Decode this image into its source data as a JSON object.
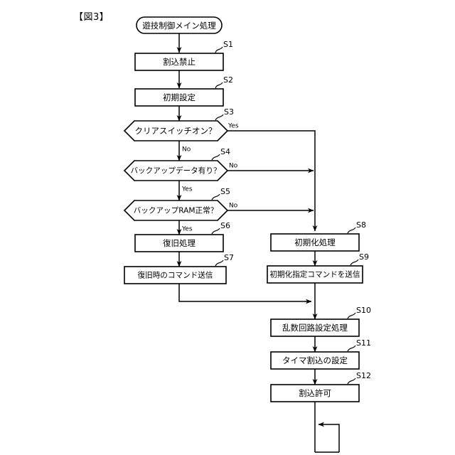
{
  "figure": {
    "label": "【図3】",
    "title_node": "遊技制御メイン処理"
  },
  "flowchart": {
    "type": "flowchart",
    "nodes": [
      {
        "id": "start",
        "shape": "terminator",
        "text": "遊技制御メイン処理",
        "step": ""
      },
      {
        "id": "s1",
        "shape": "process",
        "text": "割込禁止",
        "step": "S1"
      },
      {
        "id": "s2",
        "shape": "process",
        "text": "初期設定",
        "step": "S2"
      },
      {
        "id": "s3",
        "shape": "decision",
        "text": "クリアスイッチオン？",
        "step": "S3"
      },
      {
        "id": "s4",
        "shape": "decision",
        "text": "バックアップデータ有り？",
        "step": "S4"
      },
      {
        "id": "s5",
        "shape": "decision",
        "text": "バックアップRAM正常？",
        "step": "S5"
      },
      {
        "id": "s6",
        "shape": "process",
        "text": "復旧処理",
        "step": "S6"
      },
      {
        "id": "s7",
        "shape": "process",
        "text": "復旧時のコマンド送信",
        "step": "S7"
      },
      {
        "id": "s8",
        "shape": "process",
        "text": "初期化処理",
        "step": "S8"
      },
      {
        "id": "s9",
        "shape": "process",
        "text": "初期化指定コマンドを送信",
        "step": "S9"
      },
      {
        "id": "s10",
        "shape": "process",
        "text": "乱数回路設定処理",
        "step": "S10"
      },
      {
        "id": "s11",
        "shape": "process",
        "text": "タイマ割込の設定",
        "step": "S11"
      },
      {
        "id": "s12",
        "shape": "process",
        "text": "割込許可",
        "step": "S12"
      }
    ],
    "edge_labels": {
      "s3_yes": "Yes",
      "s3_no": "No",
      "s4_no": "No",
      "s4_yes": "Yes",
      "s5_no": "No",
      "s5_yes": "Yes"
    },
    "edges": [
      {
        "from": "start",
        "to": "s1",
        "label": ""
      },
      {
        "from": "s1",
        "to": "s2",
        "label": ""
      },
      {
        "from": "s2",
        "to": "s3",
        "label": ""
      },
      {
        "from": "s3",
        "to": "s8",
        "label": "Yes"
      },
      {
        "from": "s3",
        "to": "s4",
        "label": "No"
      },
      {
        "from": "s4",
        "to": "s8",
        "label": "No"
      },
      {
        "from": "s4",
        "to": "s5",
        "label": "Yes"
      },
      {
        "from": "s5",
        "to": "s8",
        "label": "No"
      },
      {
        "from": "s5",
        "to": "s6",
        "label": "Yes"
      },
      {
        "from": "s6",
        "to": "s7",
        "label": ""
      },
      {
        "from": "s7",
        "to": "s10",
        "label": ""
      },
      {
        "from": "s8",
        "to": "s9",
        "label": ""
      },
      {
        "from": "s9",
        "to": "s10",
        "label": ""
      },
      {
        "from": "s10",
        "to": "s11",
        "label": ""
      },
      {
        "from": "s11",
        "to": "s12",
        "label": ""
      },
      {
        "from": "s12",
        "to": "loop",
        "label": ""
      }
    ],
    "colors": {
      "stroke": "#000000",
      "fill": "#ffffff",
      "background": "#ffffff"
    }
  }
}
